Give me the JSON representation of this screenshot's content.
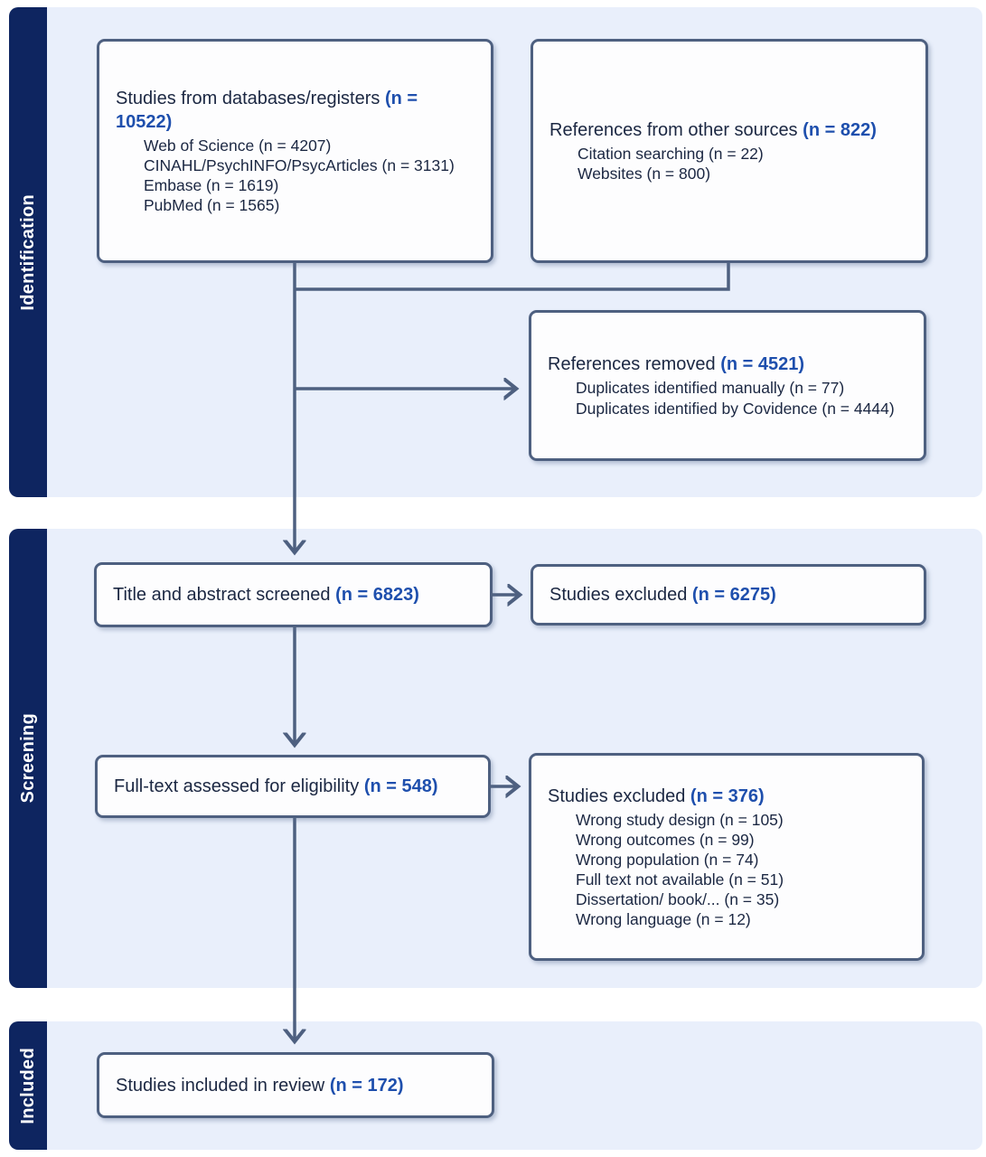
{
  "diagram": {
    "type": "prisma-flow",
    "palette": {
      "stage_ribbon_navy": "#0e2560",
      "band_background": "#e9effb",
      "box_border_slate": "#4e6080",
      "connector_slate": "#4e6080",
      "count_blue": "#1e4fad",
      "body_text": "#1b2742",
      "ribbon_text": "#ffffff"
    }
  },
  "stages": [
    {
      "label": "Identification"
    },
    {
      "label": "Screening"
    },
    {
      "label": "Included"
    }
  ],
  "boxes": {
    "databases": {
      "title": "Studies from databases/registers",
      "count": "(n = 10522)",
      "items": [
        "Web of Science (n = 4207)",
        "CINAHL/PsychINFO/PsycArticles (n = 3131)",
        "Embase (n = 1619)",
        "PubMed (n = 1565)"
      ]
    },
    "other_sources": {
      "title": "References from other sources",
      "count": "(n = 822)",
      "items": [
        "Citation searching (n = 22)",
        "Websites (n = 800)"
      ]
    },
    "references_removed": {
      "title": "References removed",
      "count": "(n = 4521)",
      "items": [
        "Duplicates identified manually (n = 77)",
        "Duplicates identified by Covidence (n = 4444)"
      ]
    },
    "title_abstract_screened": {
      "title": "Title and abstract screened",
      "count": "(n = 6823)",
      "items": []
    },
    "studies_excluded_screening": {
      "title": "Studies excluded",
      "count": "(n = 6275)",
      "items": []
    },
    "fulltext_assessed": {
      "title": "Full-text assessed for eligibility",
      "count": "(n = 548)",
      "items": []
    },
    "studies_excluded_fulltext": {
      "title": "Studies excluded",
      "count": "(n = 376)",
      "items": [
        "Wrong study design (n = 105)",
        "Wrong outcomes (n = 99)",
        "Wrong population (n = 74)",
        "Full text not available (n = 51)",
        "Dissertation/ book/... (n = 35)",
        "Wrong language (n = 12)"
      ]
    },
    "studies_included": {
      "title": "Studies included in review",
      "count": "(n = 172)",
      "items": []
    }
  }
}
